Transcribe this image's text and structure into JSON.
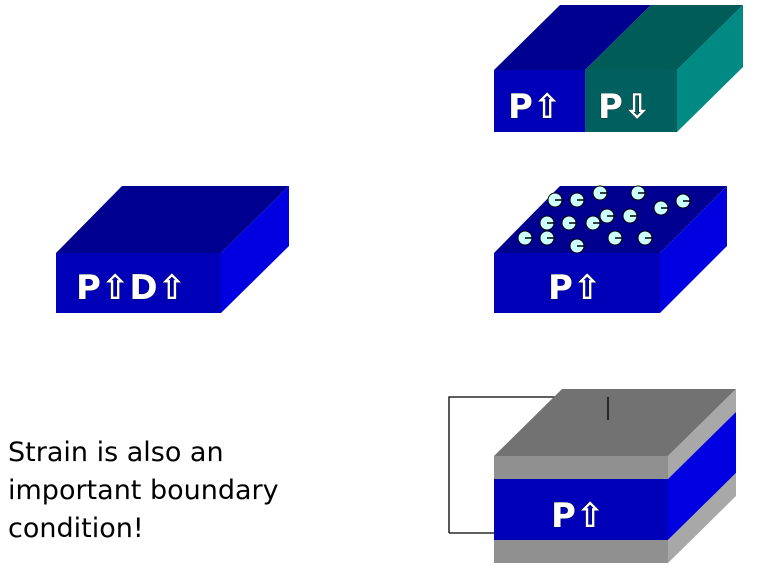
{
  "colors": {
    "blue_front": "#0000B8",
    "blue_top": "#000090",
    "blue_side": "#0000E0",
    "teal_front": "#006060",
    "teal_top": "#005C58",
    "teal_side": "#008A84",
    "gray_front": "#909090",
    "gray_top": "#727272",
    "gray_side": "#A8A8A8",
    "dot": "#CCFFFF"
  },
  "domains_block": {
    "left_label": "P⇧",
    "right_label": "P⇩"
  },
  "polar_block": {
    "label": "P⇧D⇧"
  },
  "charge_block": {
    "label": "P⇧"
  },
  "electrode_block": {
    "label": "P⇧"
  },
  "caption": {
    "lines": [
      "Strain is also an",
      "important boundary",
      "condition!"
    ]
  }
}
